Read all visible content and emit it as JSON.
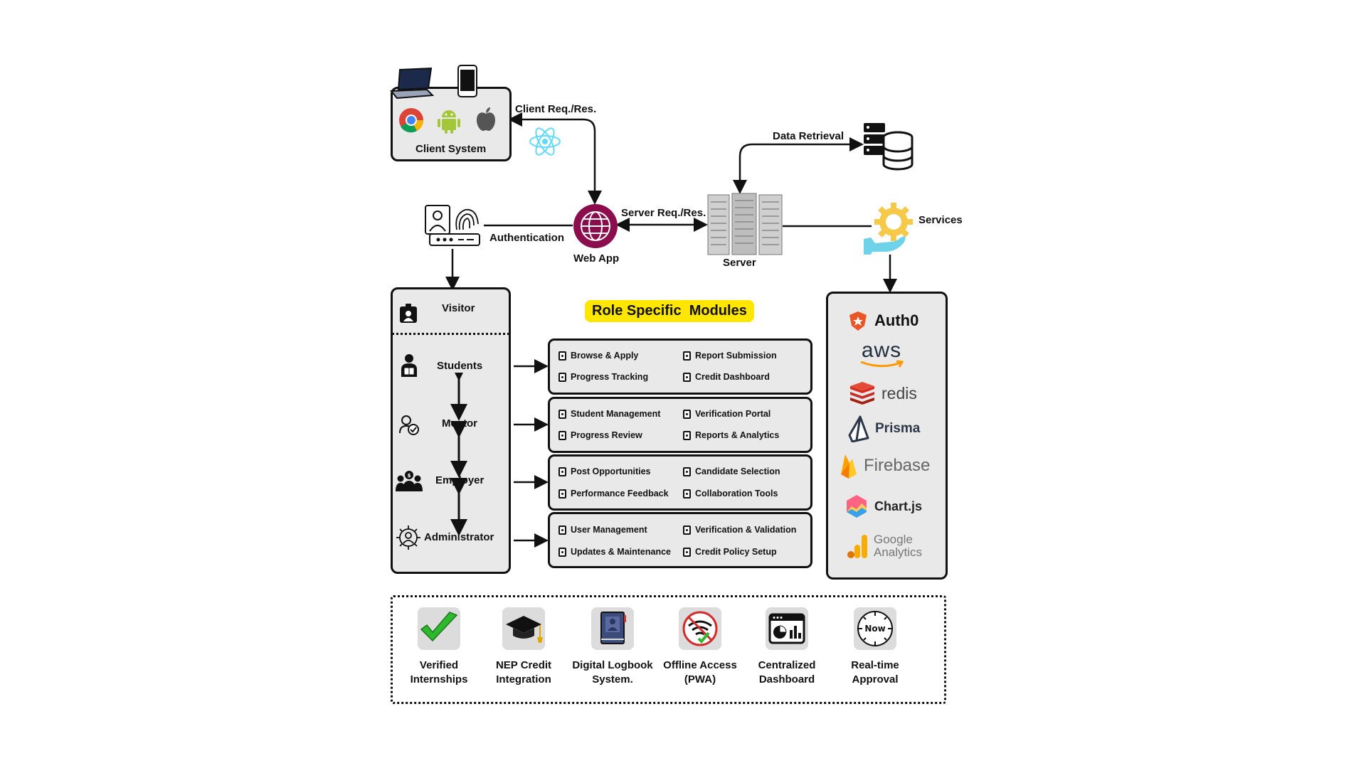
{
  "client": {
    "label": "Client System"
  },
  "edges": {
    "client_req": "Client Req./Res.",
    "data_retrieval": "Data Retrieval",
    "server_req": "Server Req./Res.",
    "authentication": "Authentication"
  },
  "nodes": {
    "web_app": "Web App",
    "server": "Server",
    "services": "Services"
  },
  "roles_panel": {
    "visitor": "Visitor",
    "roles": [
      "Students",
      "Mentor",
      "Employer",
      "Administrator"
    ]
  },
  "modules": {
    "title": "Role Specific  Modules",
    "groups": [
      {
        "left": [
          "Browse & Apply",
          "Progress Tracking"
        ],
        "right": [
          "Report Submission",
          "Credit Dashboard"
        ]
      },
      {
        "left": [
          "Student Management",
          "Progress Review"
        ],
        "right": [
          "Verification Portal",
          "Reports & Analytics"
        ]
      },
      {
        "left": [
          "Post Opportunities",
          "Performance Feedback"
        ],
        "right": [
          "Candidate Selection",
          "Collaboration Tools"
        ]
      },
      {
        "left": [
          "User Management",
          "Updates & Maintenance"
        ],
        "right": [
          "Verification & Validation",
          "Credit Policy Setup"
        ]
      }
    ]
  },
  "services_list": {
    "auth0": "Auth0",
    "aws": "aws",
    "redis": "redis",
    "prisma": "Prisma",
    "firebase": "Firebase",
    "chartjs": "Chart.js",
    "ga_line1": "Google",
    "ga_line2": "Analytics"
  },
  "features": [
    {
      "label": "Verified\nInternships",
      "icon": "checkmark-icon"
    },
    {
      "label": "NEP Credit\nIntegration",
      "icon": "graduation-cap-icon"
    },
    {
      "label": "Digital Logbook\nSystem.",
      "icon": "logbook-icon"
    },
    {
      "label": "Offline Access\n(PWA)",
      "icon": "offline-wifi-icon"
    },
    {
      "label": "Centralized\nDashboard",
      "icon": "dashboard-icon"
    },
    {
      "label": "Real-time\nApproval",
      "icon": "clock-icon",
      "icon_text": "Now"
    }
  ],
  "colors": {
    "web_app": "#8b0d4e",
    "title_highlight": "#ffe600",
    "react": "#61dafb",
    "services_gear": "#f7c948",
    "auth0": "#eb5424",
    "aws_arrow": "#ff9900",
    "redis": "#d82c20",
    "prisma": "#2d3748",
    "firebase": "#ffa000",
    "chartjs": "#ff6384",
    "google_analytics": "#f9ab00"
  }
}
